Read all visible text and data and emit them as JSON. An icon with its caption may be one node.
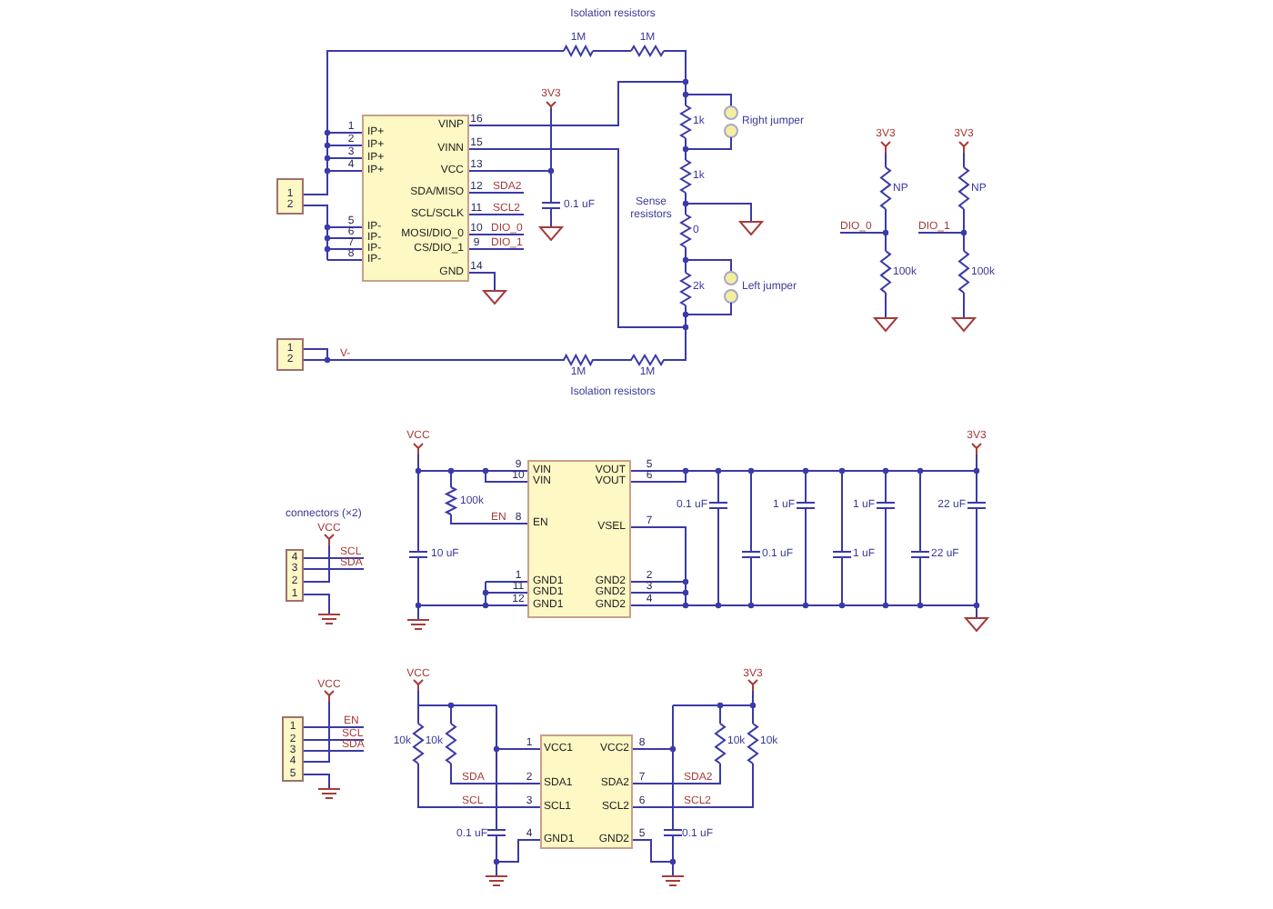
{
  "diagram": {
    "nodes": [
      {
        "text": [
          "IP+",
          "IP+",
          "IP+",
          "IP+",
          "IP-",
          "IP-",
          "IP-",
          "IP-",
          "VINP",
          "VINN",
          "VCC",
          "SDA/MISO",
          "SCL/SCLK",
          "MOSI/DIO_0",
          "CS/DIO_1",
          "GND"
        ]
      },
      {
        "text": [
          "1",
          "2"
        ]
      },
      {
        "text": [
          "1",
          "2"
        ]
      },
      {
        "text": [
          "VIN",
          "VIN",
          "EN",
          "GND1",
          "GND1",
          "GND1",
          "VOUT",
          "VOUT",
          "VSEL",
          "GND2",
          "GND2",
          "GND2"
        ]
      },
      {
        "text": [
          "4",
          "3",
          "2",
          "1"
        ]
      },
      {
        "text": [
          "VCC1",
          "SDA1",
          "SCL1",
          "GND1",
          "VCC2",
          "SDA2",
          "SCL2",
          "GND2"
        ]
      },
      {
        "text": [
          "1",
          "2",
          "3",
          "4",
          "5"
        ]
      }
    ],
    "edges": [
      {
        "from": 1,
        "to": 0,
        "arrow": "none"
      },
      {
        "from": 1,
        "to": 0,
        "arrow": "none"
      },
      {
        "from": 2,
        "to": 0,
        "arrow": "none"
      }
    ],
    "labels": [
      "Isolation resistors",
      "1M",
      "1M",
      "3V3",
      "16",
      "1k",
      "Right jumper",
      "15",
      "13",
      "1k",
      "12",
      "SDA2",
      "0.1 uF",
      "Sense resistors",
      "11",
      "SCL2",
      "10",
      "DIO_0",
      "0",
      "9",
      "DIO_1",
      "14",
      "2k",
      "Left jumper",
      "V-",
      "1M",
      "1M",
      "Isolation resistors",
      "1",
      "2",
      "3",
      "4",
      "5",
      "6",
      "7",
      "8",
      "3V3",
      "NP",
      "DIO_0",
      "100k",
      "3V3",
      "NP",
      "DIO_1",
      "100k",
      "VCC",
      "3V3",
      "connectors (×2)",
      "9",
      "10",
      "5",
      "6",
      "0.1 uF",
      "1 uF",
      "1 uF",
      "22 uF",
      "100k",
      "EN",
      "8",
      "7",
      "VCC",
      "SCL",
      "SDA",
      "10 uF",
      "0.1 uF",
      "1 uF",
      "22 uF",
      "1",
      "11",
      "12",
      "2",
      "3",
      "4",
      "VCC",
      "3V3",
      "VCC",
      "EN",
      "SCL",
      "SDA",
      "10k",
      "10k",
      "1",
      "8",
      "10k",
      "10k",
      "SDA",
      "2",
      "7",
      "SDA2",
      "SCL",
      "3",
      "6",
      "SCL2",
      "0.1 uF",
      "4",
      "5",
      "0.1 uF"
    ]
  }
}
